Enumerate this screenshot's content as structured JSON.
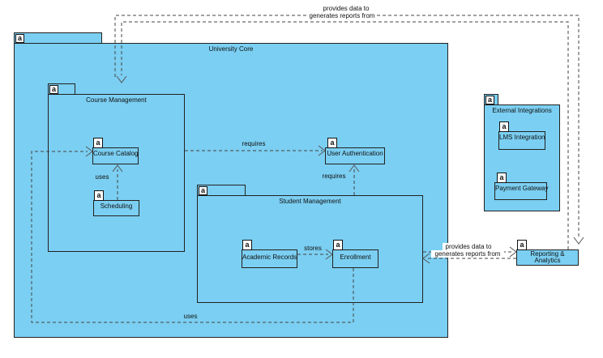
{
  "badge": {
    "letter": "a"
  },
  "packages": {
    "university_core": {
      "title": "University Core"
    },
    "course_management": {
      "title": "Course Management"
    },
    "student_management": {
      "title": "Student Management"
    },
    "external_integrations": {
      "title": "External Integrations"
    }
  },
  "components": {
    "course_catalog": {
      "label": "Course Catalog"
    },
    "scheduling": {
      "label": "Scheduling"
    },
    "user_authentication": {
      "label": "User Authentication"
    },
    "academic_records": {
      "label": "Academic Records"
    },
    "enrollment": {
      "label": "Enrollment"
    },
    "lms_integration": {
      "label": "LMS Integration"
    },
    "payment_gateway": {
      "label": "Payment Gateway"
    },
    "reporting_analytics": {
      "label_line1": "Reporting &",
      "label_line2": "Analytics"
    }
  },
  "edge_labels": {
    "top_provides": "provides data to",
    "top_generates": "generates reports from",
    "mid_provides": "provides data to",
    "mid_generates": "generates reports from",
    "requires_h": "requires",
    "requires_v": "requires",
    "uses_scheduling": "uses",
    "uses_enrollment": "uses",
    "stores": "stores"
  },
  "colors": {
    "package_fill": "#7bcff2",
    "border": "#212121",
    "edge": "#444444"
  }
}
